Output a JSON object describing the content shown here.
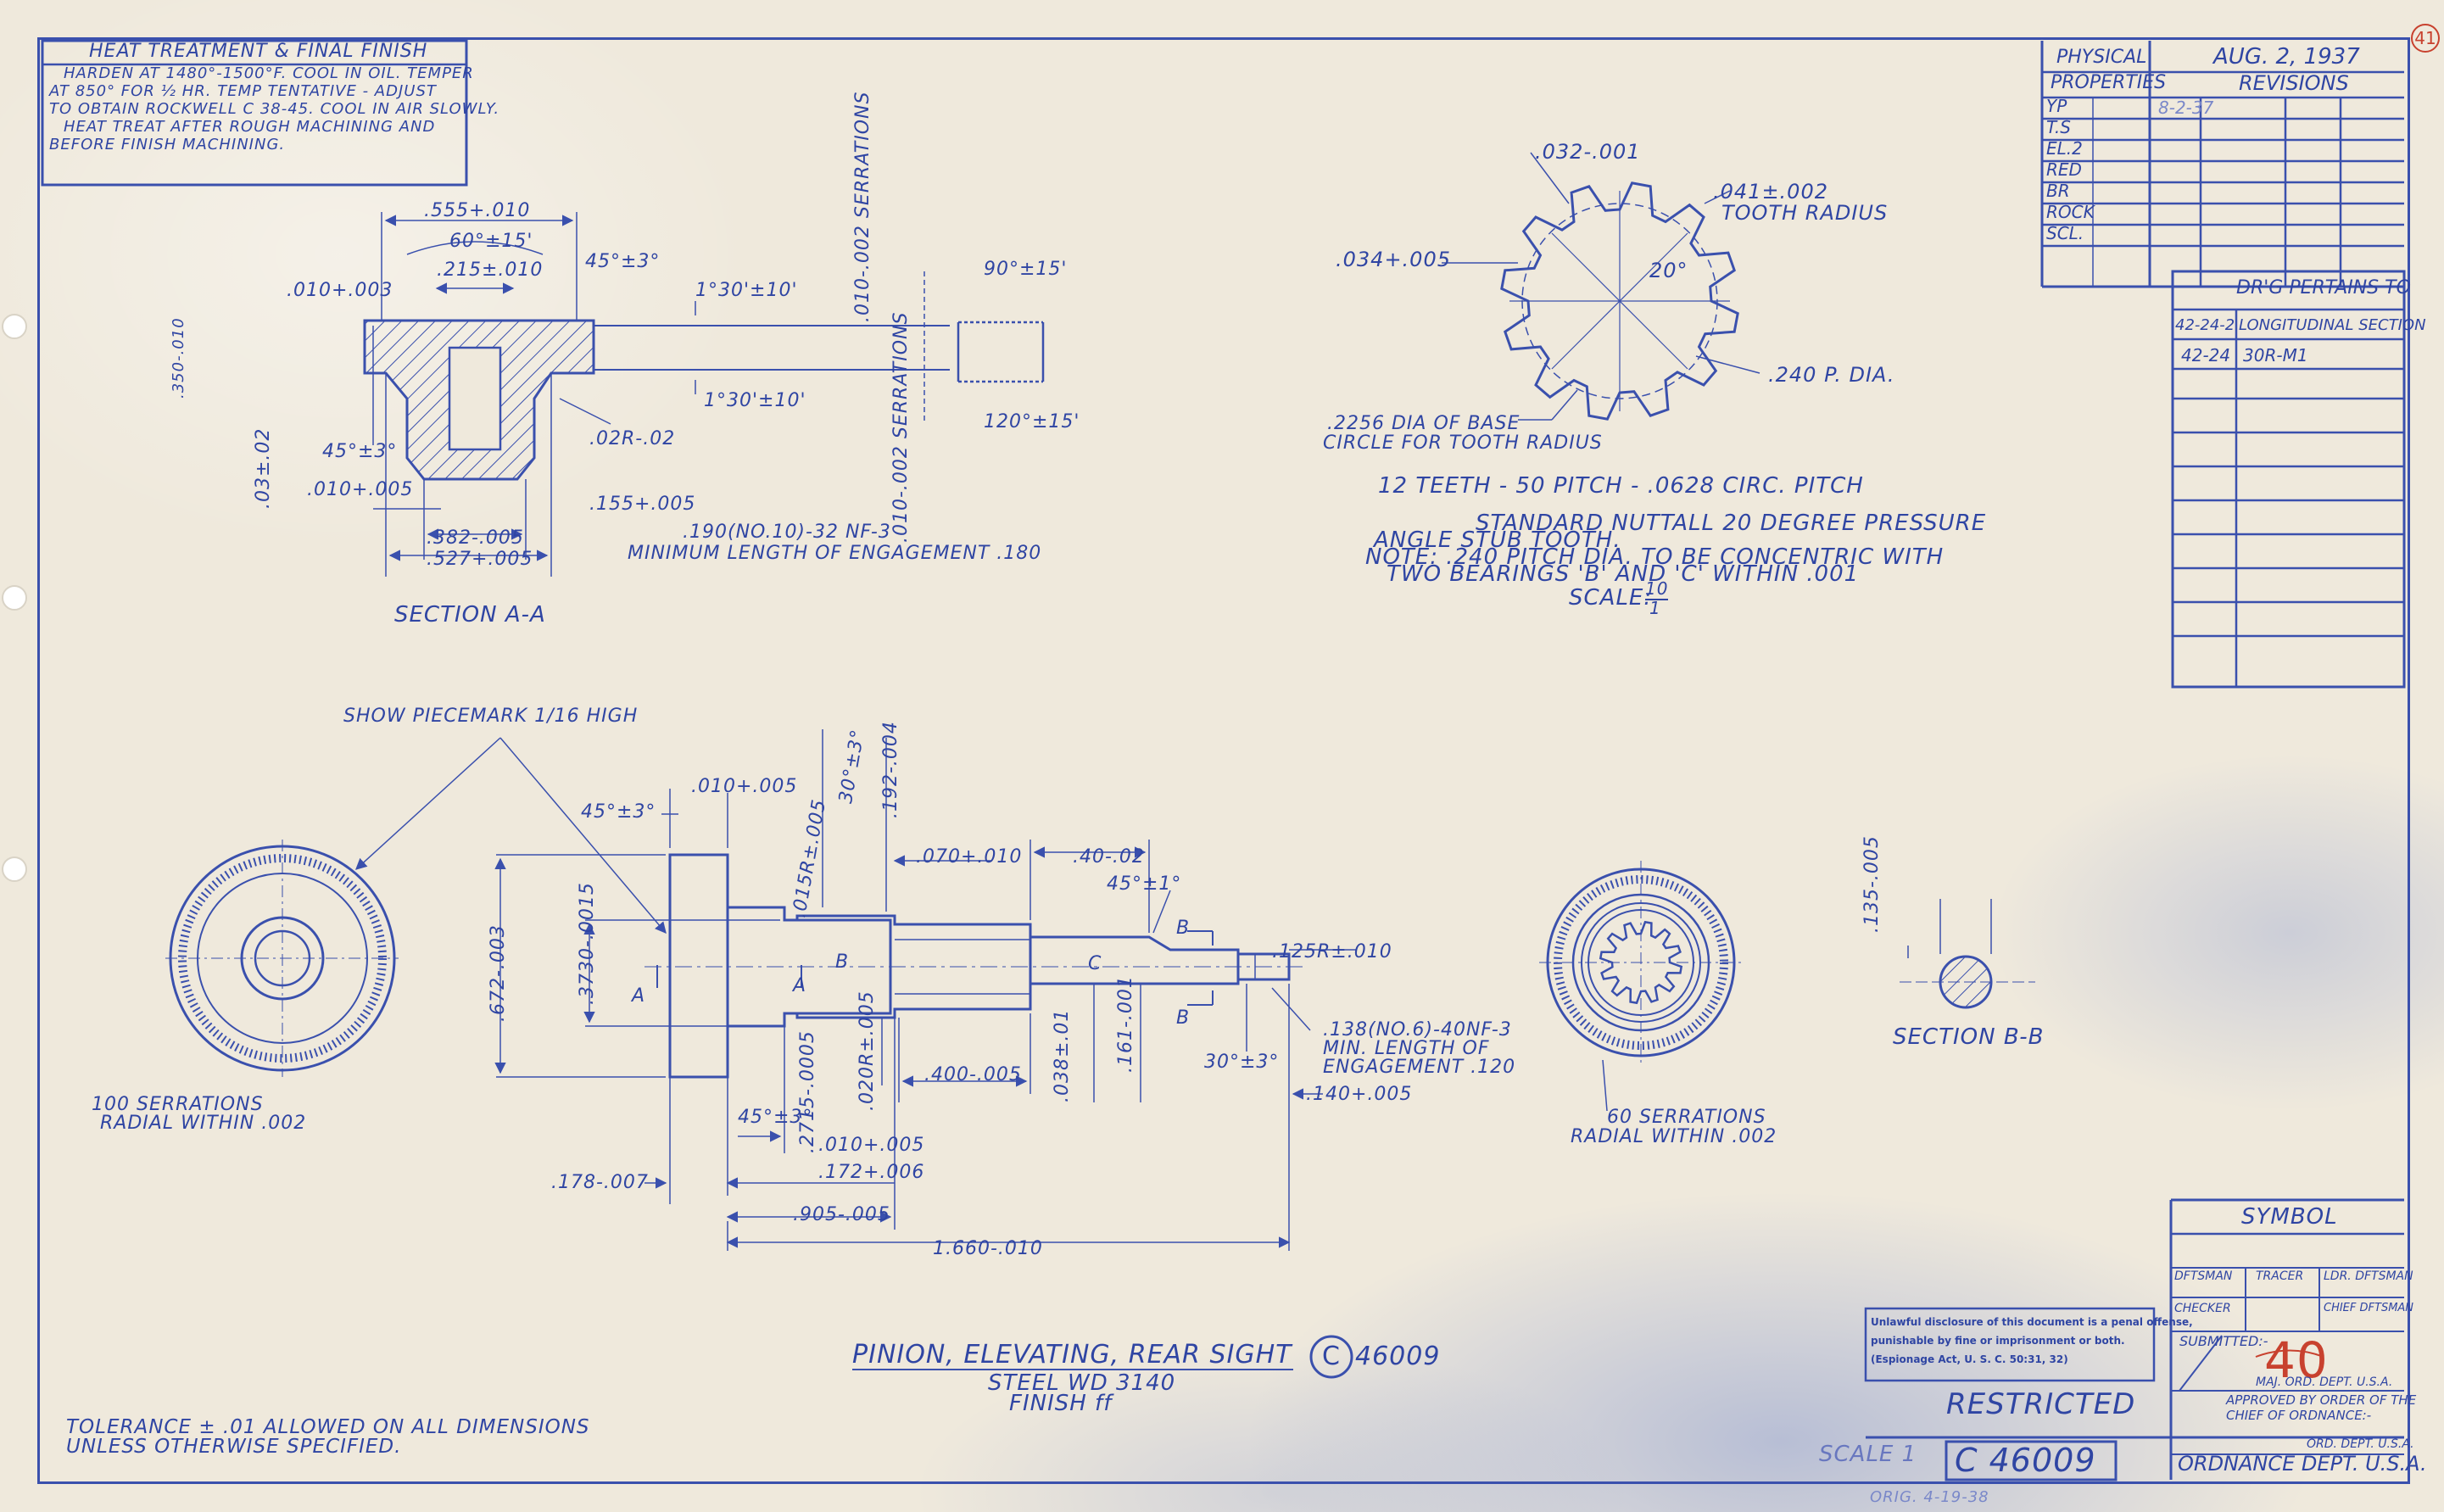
{
  "heat": {
    "title": "HEAT TREATMENT & FINAL FINISH",
    "l1": "HARDEN AT 1480°-1500°F. COOL IN OIL. TEMPER",
    "l2": "AT 850° FOR ½ HR. TEMP TENTATIVE - ADJUST",
    "l3": "TO OBTAIN ROCKWELL C 38-45. COOL IN AIR SLOWLY.",
    "l4": "HEAT TREAT AFTER ROUGH MACHINING AND",
    "l5": "BEFORE FINISH MACHINING."
  },
  "props": {
    "h1": "PHYSICAL",
    "h2": "PROPERTIES",
    "rows": [
      "YP",
      "T.S",
      "EL.2",
      "RED",
      "BR",
      "ROCK",
      "SCL."
    ],
    "date": "AUG. 2, 1937",
    "revisions": "REVISIONS",
    "rev1": "8-2-37"
  },
  "pertains": {
    "title": "DR'G PERTAINS TO",
    "r1a": "42-24-2",
    "r1b": "LONGITUDINAL SECTION",
    "r2a": "42-24",
    "r2b": "30R-M1"
  },
  "secA": {
    "d555": ".555+.010",
    "d60": "60°±15'",
    "d215": ".215±.010",
    "d45": "45°±3°",
    "d010a": ".010+.003",
    "d130a": "1°30'±10'",
    "d130b": "1°30'±10'",
    "ser1": ".010-.002 SERRATIONS",
    "ser2": ".010-.002 SERRATIONS",
    "d90": "90°±15'",
    "d120": "120°±15'",
    "d350": ".350-.010",
    "d02r": ".02R-.02",
    "d45b": "45°±3°",
    "d03": ".03±.02",
    "d010b": ".010+.005",
    "d155": ".155+.005",
    "d382": ".382-.005",
    "d527": ".527+.005",
    "thread": ".190(NO.10)-32 NF-3",
    "engage": "MINIMUM LENGTH OF ENGAGEMENT .180",
    "label": "SECTION A-A"
  },
  "gear": {
    "d032": ".032-.001",
    "d041": ".041±.002",
    "tooth": "TOOTH RADIUS",
    "d034": ".034+.005",
    "d20": "20°",
    "pdia": ".240 P. DIA.",
    "base1": ".2256 DIA OF BASE",
    "base2": "CIRCLE FOR TOOTH RADIUS",
    "n1": "12 TEETH - 50 PITCH - .0628 CIRC. PITCH",
    "n2": "STANDARD NUTTALL 20 DEGREE PRESSURE",
    "n3": "ANGLE STUB TOOTH.",
    "n4": "NOTE: .240 PITCH DIA. TO BE CONCENTRIC WITH",
    "n5": "TWO BEARINGS 'B' AND 'C' WITHIN .001",
    "scale": "SCALE:",
    "scale_num": "10",
    "scale_den": "1"
  },
  "main": {
    "piece": "SHOW PIECEMARK 1/16 HIGH",
    "d45a": "45°±3°",
    "d010a": ".010+.005",
    "d015r": ".015R±.005",
    "d30": "30°±3°",
    "d192": ".192-.004",
    "d070": ".070+.010",
    "d40": ".40-.02",
    "d45b": "45°±1°",
    "d672": ".672-.003",
    "d3730": ".3730-.0015",
    "a1": "A",
    "a2": "A",
    "b1": "B",
    "b2": "B",
    "bl": "B",
    "cl": "C",
    "d125": ".125R±.010",
    "d138a": ".138(NO.6)-40NF-3",
    "d138b": "MIN. LENGTH OF",
    "d138c": "ENGAGEMENT .120",
    "d30b": "30°±3°",
    "d140": ".140+.005",
    "d2715": ".2715-.0005",
    "d020": ".020R±.005",
    "d400": ".400-.005",
    "d038": ".038±.01",
    "d161": ".161-.001",
    "d45c": "45°±3°",
    "d010b": ".010+.005",
    "d172": ".172+.006",
    "d178": ".178-.007",
    "d905": ".905-.005",
    "d1660": "1.660-.010",
    "ser100a": "100 SERRATIONS",
    "ser100b": "RADIAL WITHIN .002",
    "ser60a": "60 SERRATIONS",
    "ser60b": "RADIAL WITHIN .002",
    "d135": ".135-.005",
    "secb": "SECTION B-B"
  },
  "title": {
    "name": "PINION, ELEVATING, REAR SIGHT",
    "c": "C",
    "num": "46009",
    "steel": "STEEL WD 3140",
    "finish": "FINISH ff",
    "tol1": "TOLERANCE ± .01 ALLOWED ON ALL DIMENSIONS",
    "tol2": "UNLESS OTHERWISE SPECIFIED."
  },
  "legal": {
    "l1": "Unlawful disclosure of this document is a penal offense,",
    "l2": "punishable by fine or imprisonment or both.",
    "l3": "(Espionage Act, U. S. C. 50:31, 32)"
  },
  "block": {
    "restricted": "RESTRICTED",
    "scale": "SCALE 1",
    "drawno": "C 46009",
    "symbol": "SYMBOL",
    "dftsman": "DFTSMAN",
    "tracer": "TRACER",
    "ldr": "LDR. DFTSMAN",
    "checker": "CHECKER",
    "chief": "CHIEF DFTSMAN",
    "submitted": "SUBMITTED:-",
    "red40": "40",
    "maj": "MAJ. ORD. DEPT. U.S.A.",
    "appr1": "APPROVED BY ORDER OF THE",
    "appr2": "CHIEF OF ORDNANCE:-",
    "ord1": "ORD. DEPT. U.S.A.",
    "ord2": "ORDNANCE DEPT. U.S.A.",
    "orig": "ORIG. 4-19-38",
    "corner": "41"
  },
  "colors": {
    "ink": "#2f45a3",
    "paper": "#efe9dc",
    "red": "#c8412e"
  }
}
